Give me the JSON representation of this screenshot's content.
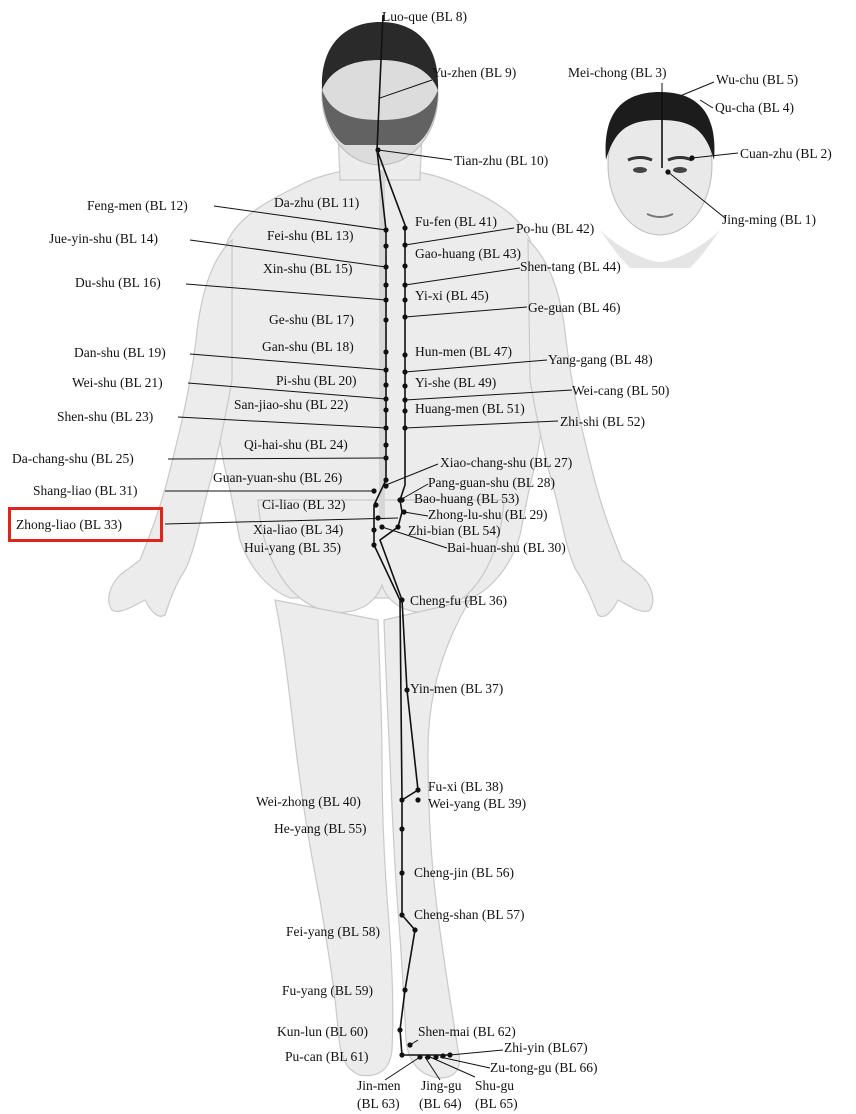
{
  "highlight": {
    "label": "Zhong-liao (BL 33)",
    "color": "#e2231a"
  },
  "body_points": [
    {
      "id": "luo-que",
      "label": "Luo-que (BL 8)"
    },
    {
      "id": "yu-zhen",
      "label": "Yu-zhen (BL 9)"
    },
    {
      "id": "tian-zhu",
      "label": "Tian-zhu (BL 10)"
    },
    {
      "id": "da-zhu",
      "label": "Da-zhu (BL 11)"
    },
    {
      "id": "feng-men",
      "label": "Feng-men (BL 12)"
    },
    {
      "id": "fei-shu",
      "label": "Fei-shu (BL 13)"
    },
    {
      "id": "jue-yin-shu",
      "label": "Jue-yin-shu (BL 14)"
    },
    {
      "id": "xin-shu",
      "label": "Xin-shu (BL 15)"
    },
    {
      "id": "du-shu",
      "label": "Du-shu (BL 16)"
    },
    {
      "id": "ge-shu",
      "label": "Ge-shu (BL 17)"
    },
    {
      "id": "gan-shu",
      "label": "Gan-shu (BL 18)"
    },
    {
      "id": "dan-shu",
      "label": "Dan-shu (BL 19)"
    },
    {
      "id": "pi-shu",
      "label": "Pi-shu (BL 20)"
    },
    {
      "id": "wei-shu",
      "label": "Wei-shu (BL 21)"
    },
    {
      "id": "san-jiao-shu",
      "label": "San-jiao-shu (BL 22)"
    },
    {
      "id": "shen-shu",
      "label": "Shen-shu (BL 23)"
    },
    {
      "id": "qi-hai-shu",
      "label": "Qi-hai-shu (BL 24)"
    },
    {
      "id": "da-chang-shu",
      "label": "Da-chang-shu (BL 25)"
    },
    {
      "id": "guan-yuan-shu",
      "label": "Guan-yuan-shu (BL 26)"
    },
    {
      "id": "xiao-chang-shu",
      "label": "Xiao-chang-shu (BL 27)"
    },
    {
      "id": "pang-guan-shu",
      "label": "Pang-guan-shu (BL 28)"
    },
    {
      "id": "zhong-lu-shu",
      "label": "Zhong-lu-shu (BL 29)"
    },
    {
      "id": "bai-huan-shu",
      "label": "Bai-huan-shu (BL 30)"
    },
    {
      "id": "shang-liao",
      "label": "Shang-liao (BL 31)"
    },
    {
      "id": "ci-liao",
      "label": "Ci-liao (BL 32)"
    },
    {
      "id": "zhong-liao",
      "label": "Zhong-liao (BL 33)"
    },
    {
      "id": "xia-liao",
      "label": "Xia-liao (BL 34)"
    },
    {
      "id": "hui-yang",
      "label": "Hui-yang (BL 35)"
    },
    {
      "id": "cheng-fu",
      "label": "Cheng-fu (BL 36)"
    },
    {
      "id": "yin-men",
      "label": "Yin-men (BL 37)"
    },
    {
      "id": "fu-xi",
      "label": "Fu-xi (BL 38)"
    },
    {
      "id": "wei-yang",
      "label": "Wei-yang (BL 39)"
    },
    {
      "id": "wei-zhong",
      "label": "Wei-zhong (BL 40)"
    },
    {
      "id": "fu-fen",
      "label": "Fu-fen (BL 41)"
    },
    {
      "id": "po-hu",
      "label": "Po-hu (BL 42)"
    },
    {
      "id": "gao-huang",
      "label": "Gao-huang (BL 43)"
    },
    {
      "id": "shen-tang",
      "label": "Shen-tang (BL 44)"
    },
    {
      "id": "yi-xi",
      "label": "Yi-xi (BL 45)"
    },
    {
      "id": "ge-guan",
      "label": "Ge-guan (BL 46)"
    },
    {
      "id": "hun-men",
      "label": "Hun-men (BL 47)"
    },
    {
      "id": "yang-gang",
      "label": "Yang-gang (BL 48)"
    },
    {
      "id": "yi-she",
      "label": "Yi-she (BL 49)"
    },
    {
      "id": "wei-cang",
      "label": "Wei-cang (BL 50)"
    },
    {
      "id": "huang-men",
      "label": "Huang-men (BL 51)"
    },
    {
      "id": "zhi-shi",
      "label": "Zhi-shi (BL 52)"
    },
    {
      "id": "bao-huang",
      "label": "Bao-huang (BL 53)"
    },
    {
      "id": "zhi-bian",
      "label": "Zhi-bian (BL 54)"
    },
    {
      "id": "he-yang",
      "label": "He-yang (BL 55)"
    },
    {
      "id": "cheng-jin",
      "label": "Cheng-jin (BL 56)"
    },
    {
      "id": "cheng-shan",
      "label": "Cheng-shan (BL 57)"
    },
    {
      "id": "fei-yang",
      "label": "Fei-yang (BL 58)"
    },
    {
      "id": "fu-yang",
      "label": "Fu-yang (BL 59)"
    },
    {
      "id": "kun-lun",
      "label": "Kun-lun (BL 60)"
    },
    {
      "id": "pu-can",
      "label": "Pu-can (BL 61)"
    },
    {
      "id": "shen-mai",
      "label": "Shen-mai (BL 62)"
    },
    {
      "id": "jin-men",
      "label": "Jin-men"
    },
    {
      "id": "jin-men-code",
      "label": "(BL 63)"
    },
    {
      "id": "jing-gu",
      "label": "Jing-gu"
    },
    {
      "id": "jing-gu-code",
      "label": "(BL 64)"
    },
    {
      "id": "shu-gu",
      "label": "Shu-gu"
    },
    {
      "id": "shu-gu-code",
      "label": "(BL 65)"
    },
    {
      "id": "zu-tong-gu",
      "label": "Zu-tong-gu (BL 66)"
    },
    {
      "id": "zhi-yin",
      "label": "Zhi-yin (BL67)"
    }
  ],
  "face_points": [
    {
      "id": "mei-chong",
      "label": "Mei-chong (BL 3)"
    },
    {
      "id": "wu-chu",
      "label": "Wu-chu (BL 5)"
    },
    {
      "id": "qu-cha",
      "label": "Qu-cha (BL 4)"
    },
    {
      "id": "cuan-zhu",
      "label": "Cuan-zhu (BL 2)"
    },
    {
      "id": "jing-ming",
      "label": "Jing-ming (BL 1)"
    }
  ]
}
